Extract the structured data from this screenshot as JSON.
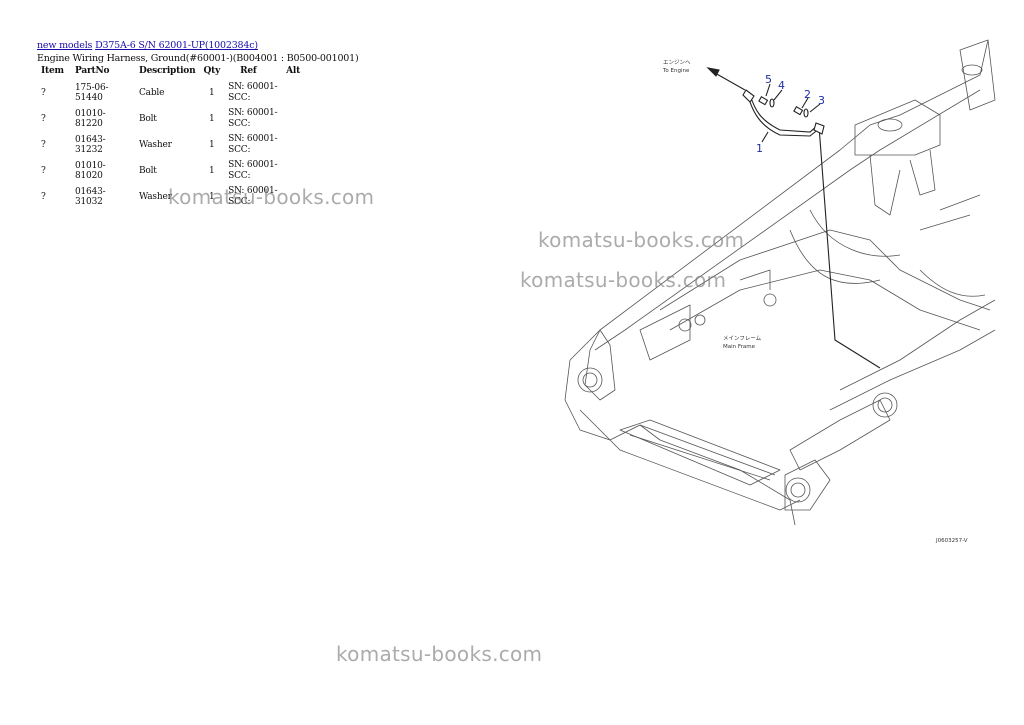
{
  "breadcrumb": {
    "link1": "new models",
    "link2": "D375A-6 S/N 62001-UP(1002384c)"
  },
  "subtitle": "Engine Wiring Harness, Ground(#60001-)(B004001 : B0500-001001)",
  "table": {
    "headers": [
      "Item",
      "PartNo",
      "Description",
      "Qty",
      "Ref",
      "Alt"
    ],
    "rows": [
      {
        "item": "?",
        "partno": "175-06-51440",
        "description": "Cable",
        "qty": "1",
        "ref": "SN: 60001-SCC:",
        "alt": ""
      },
      {
        "item": "?",
        "partno": "01010-81220",
        "description": "Bolt",
        "qty": "1",
        "ref": "SN: 60001-SCC:",
        "alt": ""
      },
      {
        "item": "?",
        "partno": "01643-31232",
        "description": "Washer",
        "qty": "1",
        "ref": "SN: 60001-SCC:",
        "alt": ""
      },
      {
        "item": "?",
        "partno": "01010-81020",
        "description": "Bolt",
        "qty": "1",
        "ref": "SN: 60001-SCC:",
        "alt": ""
      },
      {
        "item": "?",
        "partno": "01643-31032",
        "description": "Washer",
        "qty": "1",
        "ref": "SN: 60001-SCC:",
        "alt": ""
      }
    ]
  },
  "diagram": {
    "to_engine_jp": "エンジンへ",
    "to_engine_en": "To Engine",
    "main_frame_jp": "メインフレーム",
    "main_frame_en": "Main Frame",
    "drawing_code": "J0603257-V",
    "callouts": [
      "1",
      "2",
      "3",
      "4",
      "5"
    ],
    "callout_color": "#1e2fa0"
  },
  "watermark": "komatsu-books.com"
}
